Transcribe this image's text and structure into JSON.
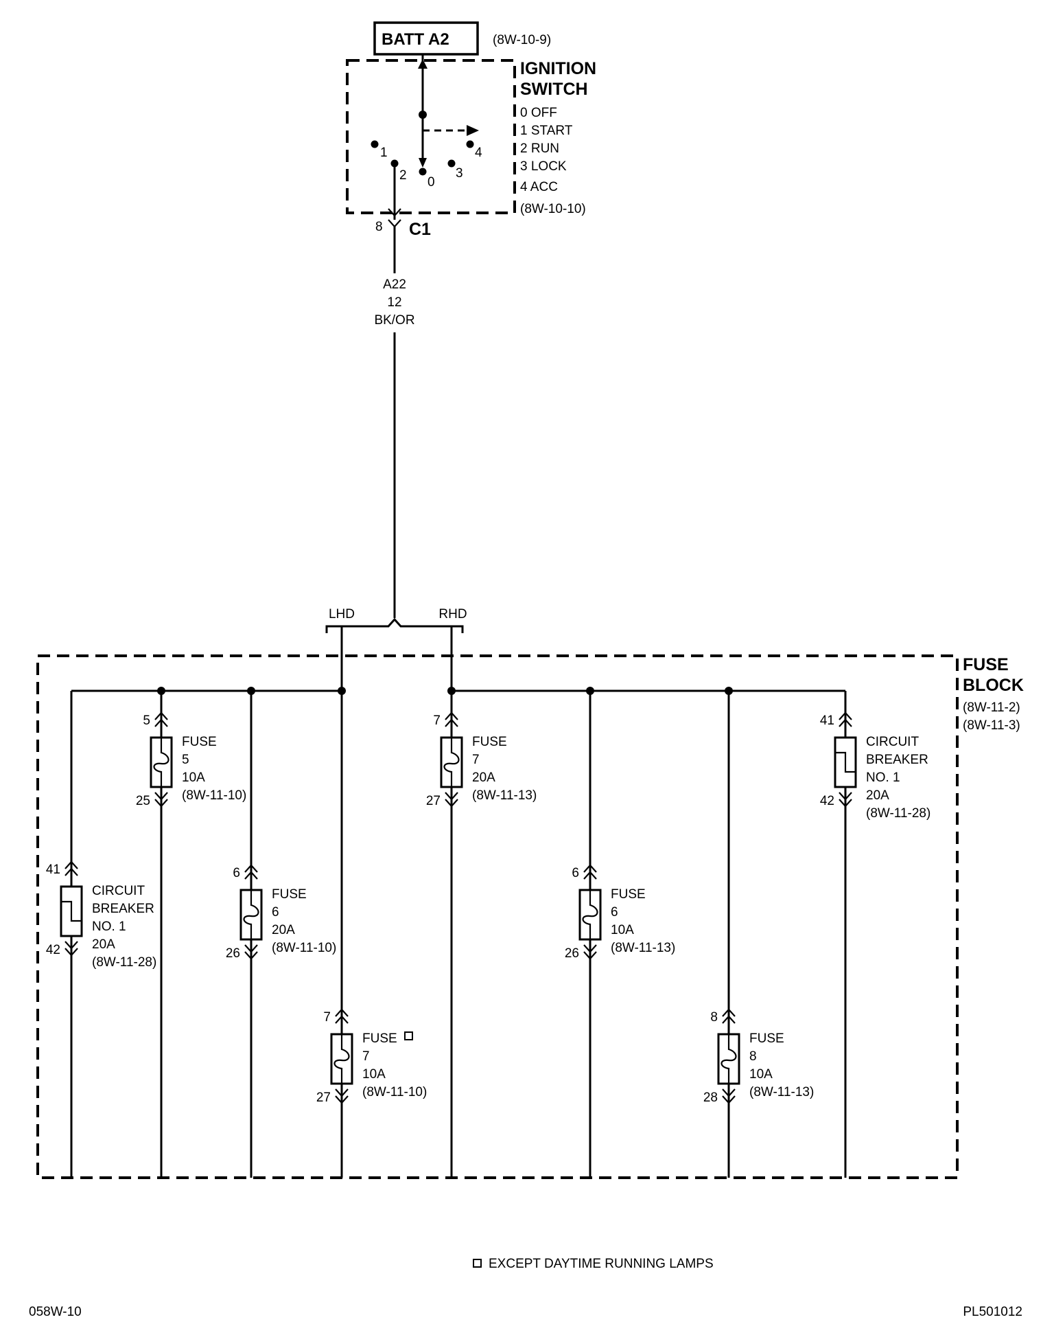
{
  "header": {
    "batt_label": "BATT A2",
    "batt_ref": "(8W-10-9)"
  },
  "ignition": {
    "title1": "IGNITION",
    "title2": "SWITCH",
    "positions": [
      "0 OFF",
      "1 START",
      "2 RUN",
      "3 LOCK",
      "4 ACC"
    ],
    "ref": "(8W-10-10)",
    "contact_labels": [
      "1",
      "2",
      "0",
      "3",
      "4"
    ],
    "connector_pin": "8",
    "connector": "C1"
  },
  "wire": {
    "circuit": "A22",
    "gauge": "12",
    "color": "BK/OR"
  },
  "variants": {
    "lhd": "LHD",
    "rhd": "RHD"
  },
  "fuse_block": {
    "title1": "FUSE",
    "title2": "BLOCK",
    "ref1": "(8W-11-2)",
    "ref2": "(8W-11-3)"
  },
  "devices": [
    {
      "kind": "breaker",
      "pin_in": "41",
      "pin_out": "42",
      "lines": [
        "CIRCUIT",
        "BREAKER",
        "NO. 1",
        "20A",
        "(8W-11-28)"
      ]
    },
    {
      "kind": "fuse",
      "pin_in": "5",
      "pin_out": "25",
      "lines": [
        "FUSE",
        "5",
        "10A",
        "(8W-11-10)"
      ]
    },
    {
      "kind": "fuse",
      "pin_in": "6",
      "pin_out": "26",
      "lines": [
        "FUSE",
        "6",
        "20A",
        "(8W-11-10)"
      ]
    },
    {
      "kind": "fuse",
      "pin_in": "7",
      "pin_out": "27",
      "lines": [
        "FUSE",
        "7",
        "10A",
        "(8W-11-10)"
      ],
      "marker": true
    },
    {
      "kind": "fuse",
      "pin_in": "7",
      "pin_out": "27",
      "lines": [
        "FUSE",
        "7",
        "20A",
        "(8W-11-13)"
      ]
    },
    {
      "kind": "fuse",
      "pin_in": "6",
      "pin_out": "26",
      "lines": [
        "FUSE",
        "6",
        "10A",
        "(8W-11-13)"
      ]
    },
    {
      "kind": "fuse",
      "pin_in": "8",
      "pin_out": "28",
      "lines": [
        "FUSE",
        "8",
        "10A",
        "(8W-11-13)"
      ]
    },
    {
      "kind": "breaker",
      "pin_in": "41",
      "pin_out": "42",
      "lines": [
        "CIRCUIT",
        "BREAKER",
        "NO. 1",
        "20A",
        "(8W-11-28)"
      ]
    }
  ],
  "footnote": "EXCEPT DAYTIME RUNNING LAMPS",
  "footer": {
    "left": "058W-10",
    "right": "PL501012"
  }
}
